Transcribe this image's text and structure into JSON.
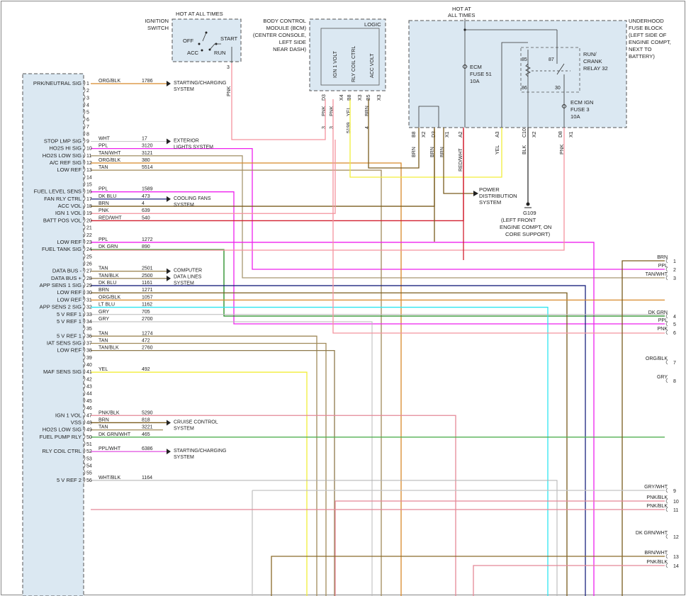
{
  "ignition": {
    "title": [
      "IGNITION",
      "SWITCH"
    ],
    "hot": "HOT AT ALL TIMES",
    "positions": [
      "OFF",
      "ACC",
      "RUN",
      "START"
    ],
    "pin": "3",
    "wire_color": "PNK"
  },
  "bcm": {
    "title": [
      "BODY CONTROL",
      "MODULE (BCM)",
      "(CENTER CONSOLE,",
      "LEFT SIDE",
      "NEAR DASH)"
    ],
    "logic": "LOGIC",
    "columns": [
      "IGN 1 VOLT",
      "RLY COIL CTRL",
      "ACC VOLT"
    ],
    "pins": [
      "D3",
      "X4",
      "X3",
      "B8",
      "X3",
      "B5"
    ],
    "wires": [
      {
        "circuit": "3",
        "color": "PNK"
      },
      {
        "circuit": "3",
        "color": "PNK"
      },
      {
        "circuit": "5199",
        "color": "YEL"
      },
      {
        "circuit": "4",
        "color": "BRN"
      }
    ]
  },
  "fuse_block": {
    "title": [
      "UNDERHOOD",
      "FUSE BLOCK",
      "(LEFT SIDE OF",
      "ENGINE COMPT,",
      "NEXT TO",
      "BATTERY)"
    ],
    "hot": [
      "HOT AT",
      "ALL TIMES"
    ],
    "ecm_fuse": [
      "ECM",
      "FUSE 51",
      "10A"
    ],
    "relay": [
      "RUN/",
      "CRANK",
      "RELAY 32"
    ],
    "relay_pins": [
      "85",
      "87",
      "86",
      "30"
    ],
    "ecm_ign_fuse": [
      "ECM IGN",
      "FUSE 3",
      "10A"
    ],
    "pins": [
      "B8",
      "X2",
      "D3",
      "X1",
      "A2",
      "A3",
      "C10",
      "X2",
      "D8",
      "X1"
    ],
    "wire_labels": [
      "BRN",
      "BRN",
      "BRN",
      "RED/WHT",
      "YEL",
      "BLK",
      "PNK"
    ]
  },
  "power_distribution": [
    "POWER",
    "DISTRIBUTION",
    "SYSTEM"
  ],
  "ground": [
    "G109",
    "(LEFT FRONT",
    "ENGINE COMPT, ON",
    "CORE SUPPORT)"
  ],
  "module_pins": [
    {
      "num": "1",
      "signal": "PRK/NEUTRAL SIG",
      "color": "ORG/BLK",
      "circuit": "1786",
      "dest": [
        "STARTING/CHARGING",
        "SYSTEM"
      ]
    },
    {
      "num": "2",
      "signal": "",
      "color": "",
      "circuit": ""
    },
    {
      "num": "3",
      "signal": "",
      "color": "",
      "circuit": ""
    },
    {
      "num": "4",
      "signal": "",
      "color": "",
      "circuit": ""
    },
    {
      "num": "5",
      "signal": "",
      "color": "",
      "circuit": ""
    },
    {
      "num": "6",
      "signal": "",
      "color": "",
      "circuit": ""
    },
    {
      "num": "7",
      "signal": "",
      "color": "",
      "circuit": ""
    },
    {
      "num": "8",
      "signal": "",
      "color": "",
      "circuit": ""
    },
    {
      "num": "9",
      "signal": "STOP LMP SIG",
      "color": "WHT",
      "circuit": "17",
      "dest": [
        "EXTERIOR",
        "LIGHTS SYSTEM"
      ]
    },
    {
      "num": "10",
      "signal": "HO2S HI SIG",
      "color": "PPL",
      "circuit": "3120"
    },
    {
      "num": "11",
      "signal": "HO2S LOW SIG",
      "color": "TAN/WHT",
      "circuit": "3121"
    },
    {
      "num": "12",
      "signal": "A/C REF SIG",
      "color": "ORG/BLK",
      "circuit": "380"
    },
    {
      "num": "13",
      "signal": "LOW REF",
      "color": "TAN",
      "circuit": "5514"
    },
    {
      "num": "14",
      "signal": "",
      "color": "",
      "circuit": ""
    },
    {
      "num": "15",
      "signal": "",
      "color": "",
      "circuit": ""
    },
    {
      "num": "16",
      "signal": "FUEL LEVEL SENS",
      "color": "PPL",
      "circuit": "1589"
    },
    {
      "num": "17",
      "signal": "FAN RLY CTRL",
      "color": "DK BLU",
      "circuit": "473",
      "dest": [
        "COOLING FANS",
        "SYSTEM"
      ]
    },
    {
      "num": "18",
      "signal": "ACC VOL",
      "color": "BRN",
      "circuit": "4"
    },
    {
      "num": "19",
      "signal": "IGN 1 VOL",
      "color": "PNK",
      "circuit": "639"
    },
    {
      "num": "20",
      "signal": "BATT POS VOL",
      "color": "RED/WHT",
      "circuit": "540"
    },
    {
      "num": "21",
      "signal": "",
      "color": "",
      "circuit": ""
    },
    {
      "num": "22",
      "signal": "",
      "color": "",
      "circuit": ""
    },
    {
      "num": "23",
      "signal": "LOW REF",
      "color": "PPL",
      "circuit": "1272"
    },
    {
      "num": "24",
      "signal": "FUEL TANK SIG",
      "color": "DK GRN",
      "circuit": "890"
    },
    {
      "num": "25",
      "signal": "",
      "color": "",
      "circuit": ""
    },
    {
      "num": "26",
      "signal": "",
      "color": "",
      "circuit": ""
    },
    {
      "num": "27",
      "signal": "DATA BUS -",
      "color": "TAN",
      "circuit": "2501",
      "dest": [
        "COMPUTER",
        "DATA LINES",
        "SYSTEM"
      ]
    },
    {
      "num": "28",
      "signal": "DATA BUS +",
      "color": "TAN/BLK",
      "circuit": "2500"
    },
    {
      "num": "29",
      "signal": "APP SENS 1 SIG",
      "color": "DK BLU",
      "circuit": "1161"
    },
    {
      "num": "30",
      "signal": "LOW REF",
      "color": "BRN",
      "circuit": "1271"
    },
    {
      "num": "31",
      "signal": "LOW REF",
      "color": "ORG/BLK",
      "circuit": "1057"
    },
    {
      "num": "32",
      "signal": "APP SENS 2 SIG",
      "color": "LT BLU",
      "circuit": "1162"
    },
    {
      "num": "33",
      "signal": "5 V REF 1",
      "color": "GRY",
      "circuit": "705"
    },
    {
      "num": "34",
      "signal": "5 V REF 1",
      "color": "GRY",
      "circuit": "2700"
    },
    {
      "num": "35",
      "signal": "",
      "color": "",
      "circuit": ""
    },
    {
      "num": "36",
      "signal": "5 V REF 1",
      "color": "TAN",
      "circuit": "1274"
    },
    {
      "num": "37",
      "signal": "IAT SENS SIG",
      "color": "TAN",
      "circuit": "472"
    },
    {
      "num": "38",
      "signal": "LOW REF",
      "color": "TAN/BLK",
      "circuit": "2760"
    },
    {
      "num": "39",
      "signal": "",
      "color": "",
      "circuit": ""
    },
    {
      "num": "40",
      "signal": "",
      "color": "",
      "circuit": ""
    },
    {
      "num": "41",
      "signal": "MAF SENS SIG",
      "color": "YEL",
      "circuit": "492"
    },
    {
      "num": "42",
      "signal": "",
      "color": "",
      "circuit": ""
    },
    {
      "num": "43",
      "signal": "",
      "color": "",
      "circuit": ""
    },
    {
      "num": "44",
      "signal": "",
      "color": "",
      "circuit": ""
    },
    {
      "num": "45",
      "signal": "",
      "color": "",
      "circuit": ""
    },
    {
      "num": "46",
      "signal": "",
      "color": "",
      "circuit": ""
    },
    {
      "num": "47",
      "signal": "IGN 1 VOL",
      "color": "PNK/BLK",
      "circuit": "5290"
    },
    {
      "num": "48",
      "signal": "VSS",
      "color": "BRN",
      "circuit": "818",
      "dest": [
        "CRUISE CONTROL",
        "SYSTEM"
      ]
    },
    {
      "num": "49",
      "signal": "HO2S LOW SIG",
      "color": "TAN",
      "circuit": "3221"
    },
    {
      "num": "50",
      "signal": "FUEL PUMP RLY",
      "color": "DK GRN/WHT",
      "circuit": "465"
    },
    {
      "num": "51",
      "signal": "",
      "color": "",
      "circuit": ""
    },
    {
      "num": "52",
      "signal": "RLY COIL CTRL",
      "color": "PPL/WHT",
      "circuit": "6386",
      "dest": [
        "STARTING/CHARGING",
        "SYSTEM"
      ]
    },
    {
      "num": "53",
      "signal": "",
      "color": "",
      "circuit": ""
    },
    {
      "num": "54",
      "signal": "",
      "color": "",
      "circuit": ""
    },
    {
      "num": "55",
      "signal": "",
      "color": "",
      "circuit": ""
    },
    {
      "num": "56",
      "signal": "5 V REF 2",
      "color": "WHT/BLK",
      "circuit": "1164"
    }
  ],
  "right_pins": [
    {
      "num": "1",
      "color": "BRN"
    },
    {
      "num": "2",
      "color": "PPL"
    },
    {
      "num": "3",
      "color": "TAN/WHT"
    },
    {
      "num": "4",
      "color": "DK GRN"
    },
    {
      "num": "5",
      "color": "PPL"
    },
    {
      "num": "6",
      "color": "PNK"
    },
    {
      "num": "7",
      "color": "ORG/BLK"
    },
    {
      "num": "8",
      "color": "GRY"
    },
    {
      "num": "9",
      "color": "GRY/WHT"
    },
    {
      "num": "10",
      "color": "PNK/BLK"
    },
    {
      "num": "11",
      "color": "PNK/BLK"
    },
    {
      "num": "12",
      "color": "DK GRN/WHT"
    },
    {
      "num": "13",
      "color": "BRN/WHT"
    },
    {
      "num": "14",
      "color": "PNK/BLK"
    }
  ],
  "wire_colors": {
    "PNK": "#f4939e",
    "PPL": "#ee22ee",
    "BRN": "#7a5c1e",
    "TAN": "#a08a5a",
    "TAN/WHT": "#a89870",
    "ORG/BLK": "#d8892a",
    "RED/WHT": "#d21f2f",
    "YEL": "#f2ee3a",
    "DK GRN": "#1f8a1f",
    "DK BLU": "#1a237e",
    "LT BLU": "#2ee6f0",
    "GRY": "#b8b8b8",
    "GRY/WHT": "#c4c4c4",
    "PNK/BLK": "#e48896",
    "DK GRN/WHT": "#52b052",
    "BRN/WHT": "#8a6a2a",
    "WHT": "#c8c8c8",
    "BLK": "#222222",
    "TAN/BLK": "#8f7a4c",
    "PPL/WHT": "#e35fe3",
    "WHT/BLK": "#b0b0b0"
  }
}
